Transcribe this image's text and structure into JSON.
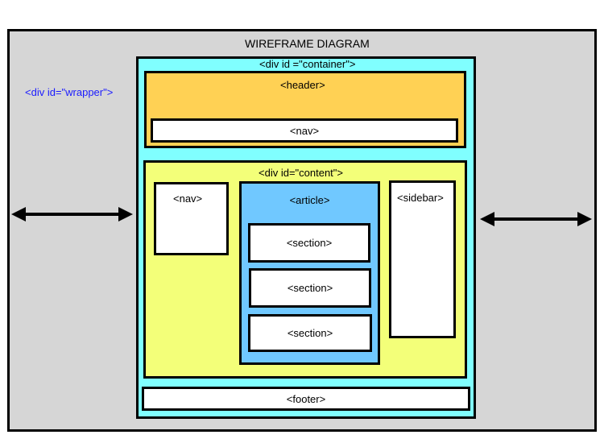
{
  "diagram": {
    "title": "WIREFRAME DIAGRAM",
    "wrapper_label": "<div id=\"wrapper\">",
    "container_label": "<div id =\"container\">",
    "header_label": "<header>",
    "header_nav_label": "<nav>",
    "content_label": "<div id=\"content\">",
    "content_nav_label": "<nav>",
    "article_label": "<article>",
    "sections": [
      "<section>",
      "<section>",
      "<section>"
    ],
    "sidebar_label": "<sidebar>",
    "footer_label": "<footer>"
  },
  "colors": {
    "wrapper_bg": "#d6d6d6",
    "wrapper_label_text": "#1a1aff",
    "container_bg": "#80ffff",
    "header_bg": "#ffd154",
    "content_bg": "#f3ff79",
    "article_bg": "#70c8ff",
    "box_white": "#ffffff",
    "stroke": "#000000"
  },
  "arrows": [
    {
      "name": "left-double-arrow",
      "direction": "horizontal-both"
    },
    {
      "name": "right-double-arrow",
      "direction": "horizontal-both"
    }
  ]
}
